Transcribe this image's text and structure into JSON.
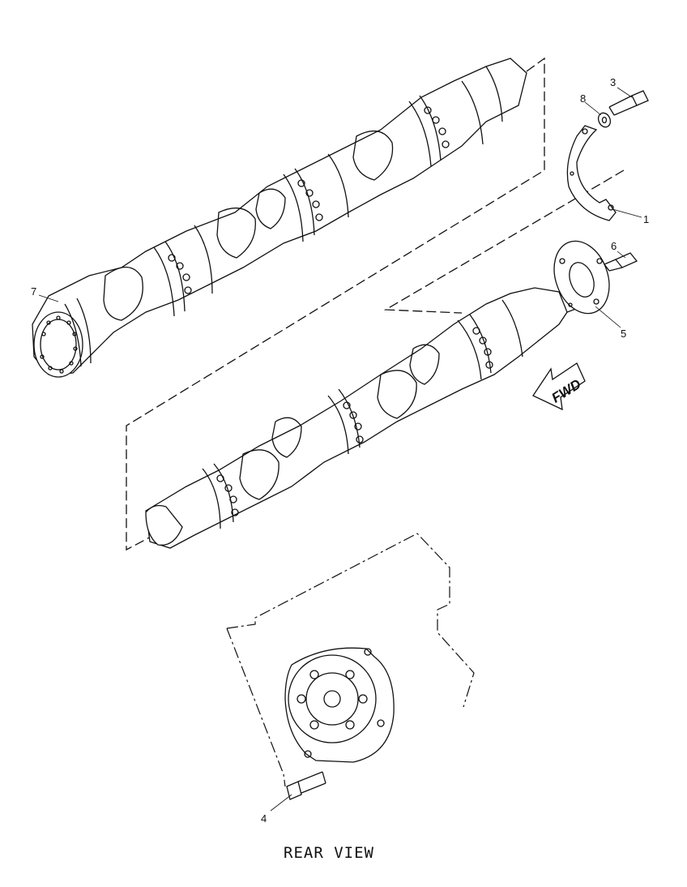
{
  "callouts": {
    "c1": "1",
    "c3": "3",
    "c4": "4",
    "c5": "5",
    "c6": "6",
    "c7": "7",
    "c8": "8"
  },
  "fwd_label": "FWD",
  "caption": "REAR VIEW",
  "colors": {
    "line": "#111111",
    "background": "#ffffff"
  }
}
